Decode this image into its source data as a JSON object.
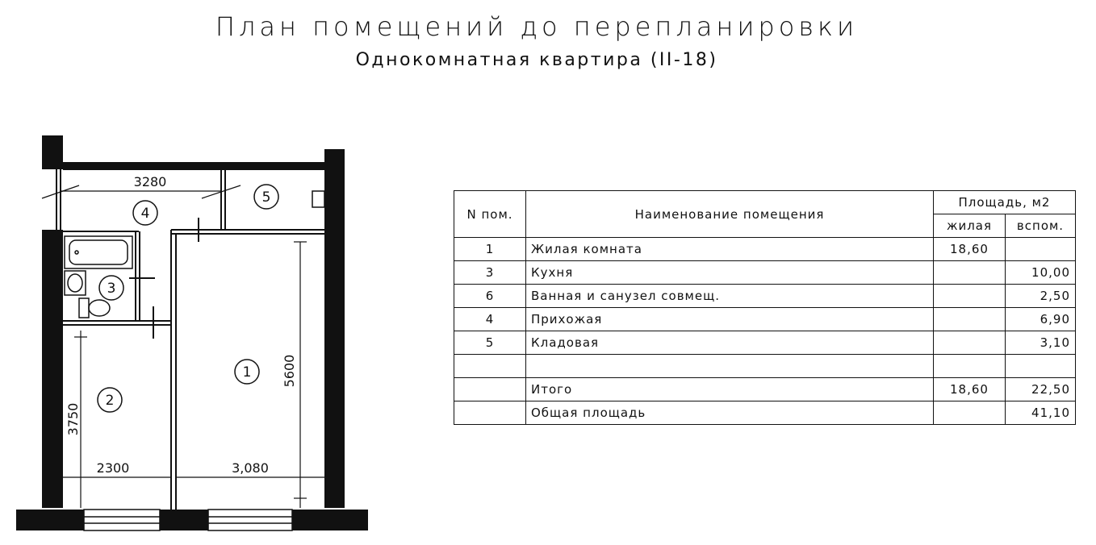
{
  "header": {
    "title": "План помещений до перепланировки",
    "subtitle": "Однокомнатная квартира (II-18)"
  },
  "plan": {
    "dimensions": {
      "corridor_width": "3280",
      "room1_height": "5600",
      "room2_height": "3750",
      "room2_width": "2300",
      "room1_width": "3,080"
    },
    "room_numbers": [
      "1",
      "2",
      "3",
      "4",
      "5"
    ]
  },
  "table": {
    "col_number": "N пом.",
    "col_name": "Наименование помещения",
    "col_area": "Площадь,  м2",
    "col_living": "жилая",
    "col_aux": "вспом.",
    "rows": [
      {
        "n": "1",
        "name": "Жилая комната",
        "living": "18,60",
        "aux": ""
      },
      {
        "n": "3",
        "name": "Кухня",
        "living": "",
        "aux": "10,00"
      },
      {
        "n": "6",
        "name": "Ванная и санузел совмещ.",
        "living": "",
        "aux": "2,50"
      },
      {
        "n": "4",
        "name": "Прихожая",
        "living": "",
        "aux": "6,90"
      },
      {
        "n": "5",
        "name": "Кладовая",
        "living": "",
        "aux": "3,10"
      },
      {
        "n": "",
        "name": "",
        "living": "",
        "aux": ""
      }
    ],
    "total": {
      "label": "Итого",
      "living": "18,60",
      "aux": "22,50"
    },
    "overall": {
      "label": "Общая площадь",
      "aux": "41,10"
    }
  }
}
